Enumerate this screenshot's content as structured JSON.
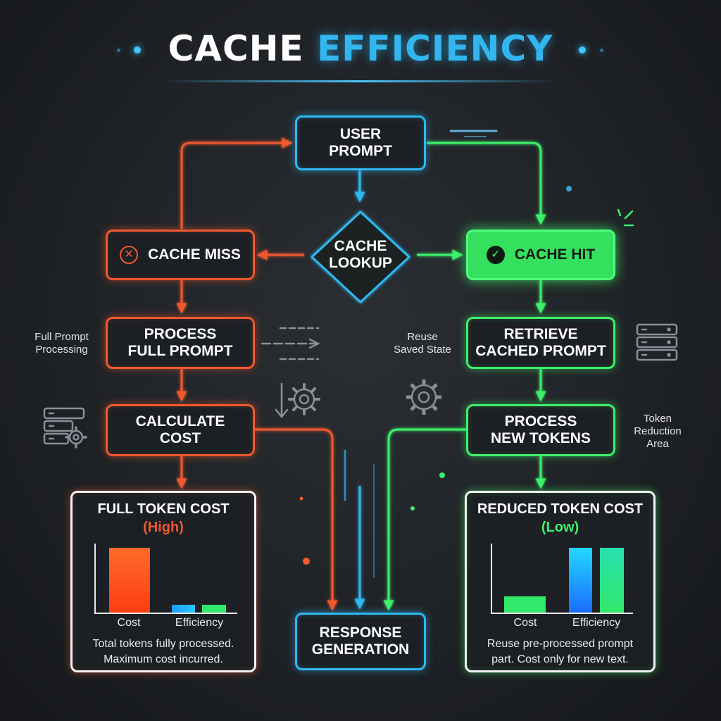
{
  "title": {
    "part1": "CACHE",
    "part2": "EFFICIENCY"
  },
  "nodes": {
    "user_prompt": "USER\nPROMPT",
    "cache_lookup": "CACHE\nLOOKUP",
    "cache_miss": "CACHE MISS",
    "cache_hit": "CACHE HIT",
    "process_full": "PROCESS\nFULL PROMPT",
    "calculate_cost": "CALCULATE\nCOST",
    "retrieve_cached": "RETRIEVE\nCACHED PROMPT",
    "process_new": "PROCESS\nNEW TOKENS",
    "response": "RESPONSE\nGENERATION"
  },
  "side_labels": {
    "full_prompt_processing": "Full Prompt\nProcessing",
    "reuse_saved_state": "Reuse\nSaved State",
    "token_reduction_area": "Token\nReduction\nArea"
  },
  "icons": {
    "cache_miss": "x-circle-icon",
    "cache_hit": "check-circle-icon",
    "left_stream": "data-stream-icon",
    "left_gear": "download-gear-icon",
    "left_server": "server-gear-icon",
    "right_server": "server-rack-icon",
    "right_gear": "gear-icon"
  },
  "colors": {
    "miss": "#f0592e",
    "hit": "#3ef06a",
    "flow": "#2fb8f2",
    "cost_bar": "#ff5a22",
    "efficiency_bar_blue": "#1e9cff",
    "efficiency_bar_green": "#32e86a"
  },
  "chart_data": [
    {
      "type": "bar",
      "title": "FULL TOKEN COST",
      "subtitle": "(High)",
      "categories": [
        "Cost",
        "Efficiency"
      ],
      "series": [
        {
          "values": [
            1.0,
            0.12
          ]
        }
      ],
      "note": "Total tokens fully processed.\nMaximum cost incurred."
    },
    {
      "type": "bar",
      "title": "REDUCED TOKEN COST",
      "subtitle": "(Low)",
      "categories": [
        "Cost",
        "Efficiency"
      ],
      "series": [
        {
          "values": [
            0.25,
            1.0
          ]
        }
      ],
      "note": "Reuse pre-processed prompt\npart. Cost only for new text."
    }
  ]
}
